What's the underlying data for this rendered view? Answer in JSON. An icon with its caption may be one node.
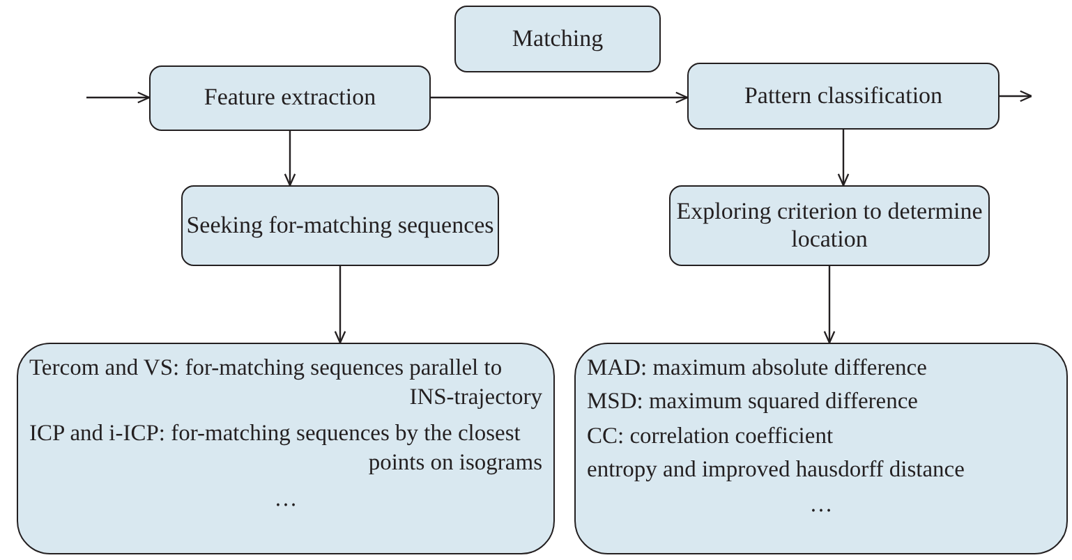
{
  "diagram": {
    "nodes": [
      {
        "text": [
          "Matching"
        ]
      },
      {
        "text": [
          "Feature extraction"
        ]
      },
      {
        "text": [
          "Pattern classification"
        ]
      },
      {
        "text": [
          "Seeking for-matching sequences"
        ]
      },
      {
        "text": [
          "Exploring criterion to determine location"
        ]
      },
      {
        "text": [
          "Tercom and VS: for-matching sequences parallel to INS-trajectory",
          "ICP and i-ICP: for-matching sequences by the closest points on isograms",
          "…"
        ]
      },
      {
        "text": [
          "MAD: maximum absolute difference",
          "MSD: maximum squared difference",
          "CC: correlation coefficient",
          "entropy and improved hausdorff distance",
          "…"
        ]
      }
    ],
    "edges": [
      {
        "from": null,
        "to": 1,
        "arrow": "to"
      },
      {
        "from": 1,
        "to": 2,
        "arrow": "to"
      },
      {
        "from": 2,
        "to": null,
        "arrow": "to"
      },
      {
        "from": 1,
        "to": 3,
        "arrow": "to"
      },
      {
        "from": 3,
        "to": 5,
        "arrow": "to"
      },
      {
        "from": 2,
        "to": 4,
        "arrow": "to"
      },
      {
        "from": 4,
        "to": 6,
        "arrow": "to"
      }
    ]
  }
}
